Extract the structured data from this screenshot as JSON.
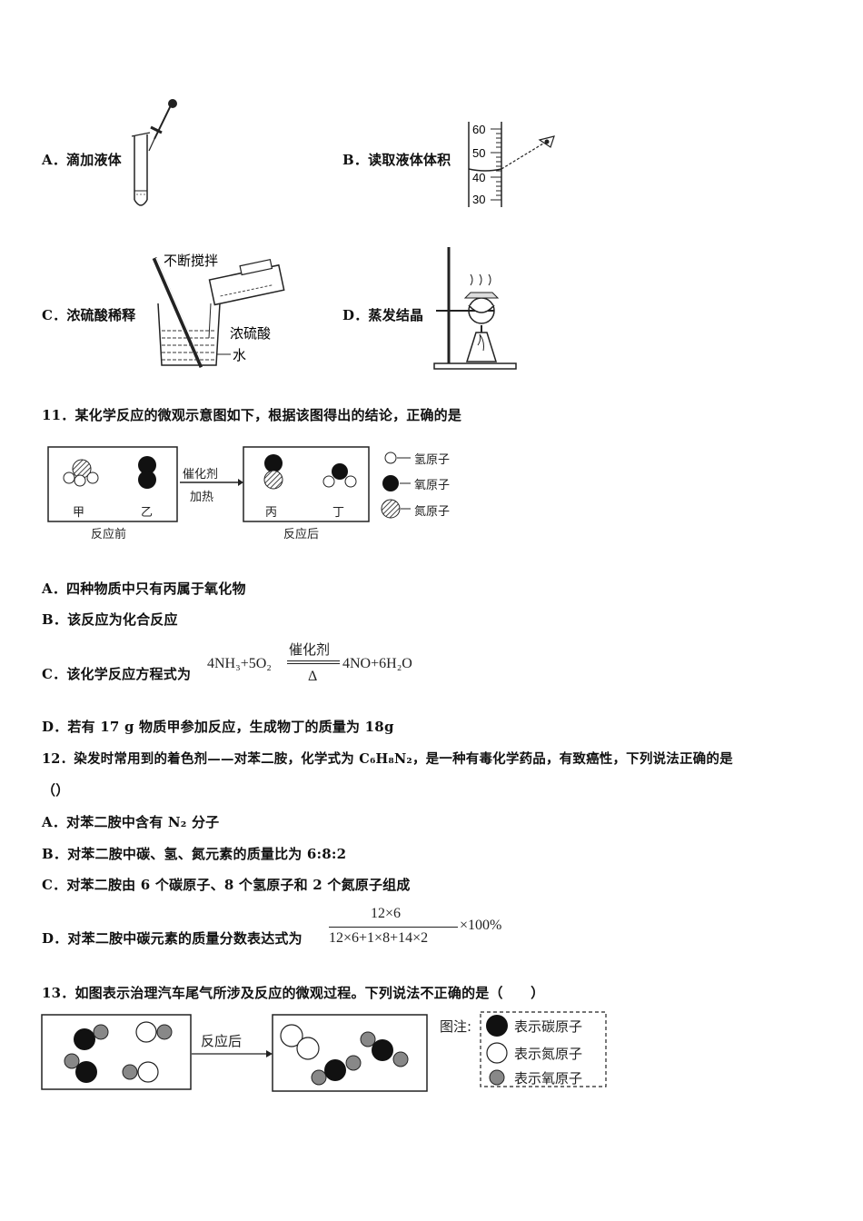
{
  "q10": {
    "options": [
      {
        "letter": "A．",
        "text": "滴加液体"
      },
      {
        "letter": "B．",
        "text": "读取液体体积"
      },
      {
        "letter": "C．",
        "text": "浓硫酸稀释"
      },
      {
        "letter": "D．",
        "text": "蒸发结晶"
      }
    ],
    "cylinder_ticks": [
      "60",
      "50",
      "40",
      "30"
    ],
    "dilution_labels": {
      "stir": "不断搅拌",
      "acid": "浓硫酸",
      "water": "水"
    }
  },
  "q11": {
    "stem": "11．某化学反应的微观示意图如下，根据该图得出的结论，正确的是",
    "diagram": {
      "reactant_a": "甲",
      "reactant_b": "乙",
      "before": "反应前",
      "cond_top": "催化剂",
      "cond_bottom": "加热",
      "product_a": "丙",
      "product_b": "丁",
      "after": "反应后",
      "legend": [
        "氢原子",
        "氧原子",
        "氮原子"
      ]
    },
    "options": [
      {
        "letter": "A．",
        "text": "四种物质中只有丙属于氧化物"
      },
      {
        "letter": "B．",
        "text": "该反应为化合反应"
      },
      {
        "letter": "C．",
        "text": "该化学反应方程式为"
      },
      {
        "letter": "D．",
        "text": "若有 17 g 物质甲参加反应，生成物丁的质量为 18g"
      }
    ],
    "equation": {
      "left": "4NH₃+5O₂",
      "over": "催化剂",
      "under": "Δ",
      "right": "4NO+6H₂O"
    }
  },
  "q12": {
    "stem": "12．染发时常用到的着色剂——对苯二胺，化学式为 C₆H₈N₂，是一种有毒化学药品，有致癌性，下列说法正确的是",
    "paren": "（）",
    "options": [
      {
        "letter": "A．",
        "text": "对苯二胺中含有 N₂ 分子"
      },
      {
        "letter": "B．",
        "text": "对苯二胺中碳、氢、氮元素的质量比为 6:8:2"
      },
      {
        "letter": "C．",
        "text": "对苯二胺由 6 个碳原子、8 个氢原子和 2 个氮原子组成"
      },
      {
        "letter": "D．",
        "text": "对苯二胺中碳元素的质量分数表达式为"
      }
    ],
    "fraction": {
      "numerator": "12×6",
      "denominator": "12×6+1×8+14×2",
      "suffix": "×100%"
    }
  },
  "q13": {
    "stem": "13．如图表示治理汽车尾气所涉及反应的微观过程。下列说法不正确的是（　　）",
    "arrow_label": "反应后",
    "legend_title": "图注:",
    "legend": [
      "表示碳原子",
      "表示氮原子",
      "表示氧原子"
    ]
  }
}
